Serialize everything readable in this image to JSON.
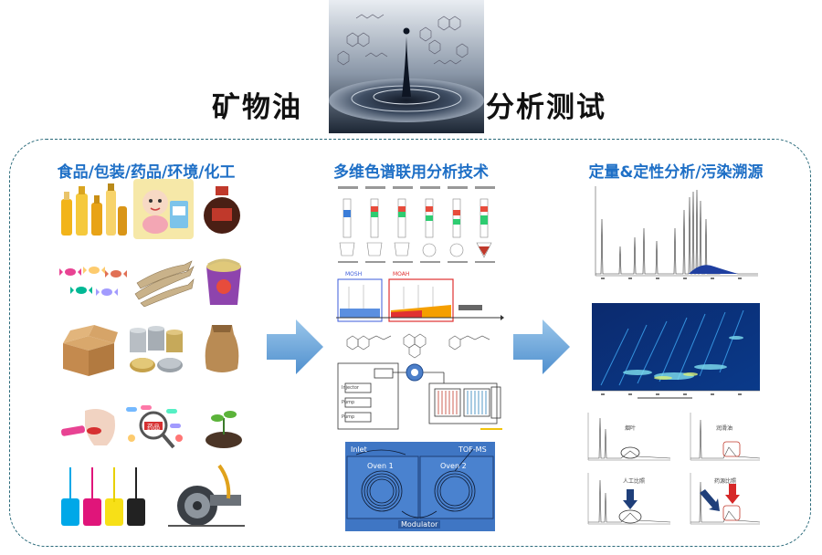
{
  "header": {
    "left_title": "矿物油",
    "right_title": "分析测试"
  },
  "columns": {
    "left_heading": "食品/包装/药品/环境/化工",
    "middle_heading": "多维色谱联用分析技术",
    "right_heading": "定量&定性分析/污染溯源"
  },
  "gcxgc_diagram": {
    "inlet": "Inlet",
    "tof_ms": "TOF-MS",
    "oven1": "Oven 1",
    "oven2": "Oven 2",
    "modulator": "Modulator"
  },
  "lc_gc_schematic": {
    "mosh": "MOSH",
    "moah": "MOAH",
    "pump_labels": [
      "Injector",
      "Pump",
      "Pump"
    ]
  },
  "mini_chromatograms": {
    "labels": [
      "烟叶",
      "润滑油",
      "人工比照",
      "药源比照"
    ]
  },
  "colors": {
    "heading_blue": "#1e6fc6",
    "arrow_blue": "#5fa2d8",
    "gcxgc_blue": "#3f76c4",
    "heatmap_dark": "#0b2a6e"
  },
  "icons": [
    "food-oils-icon",
    "baby-milk-icon",
    "wine-jar-icon",
    "candy-icon",
    "fish-icon",
    "instant-noodle-icon",
    "cardboard-box-icon",
    "tin-cans-icon",
    "paper-bag-icon",
    "lipstick-icon",
    "medicine-pills-icon",
    "soil-plant-icon",
    "ink-bottles-icon",
    "machine-oil-icon"
  ]
}
